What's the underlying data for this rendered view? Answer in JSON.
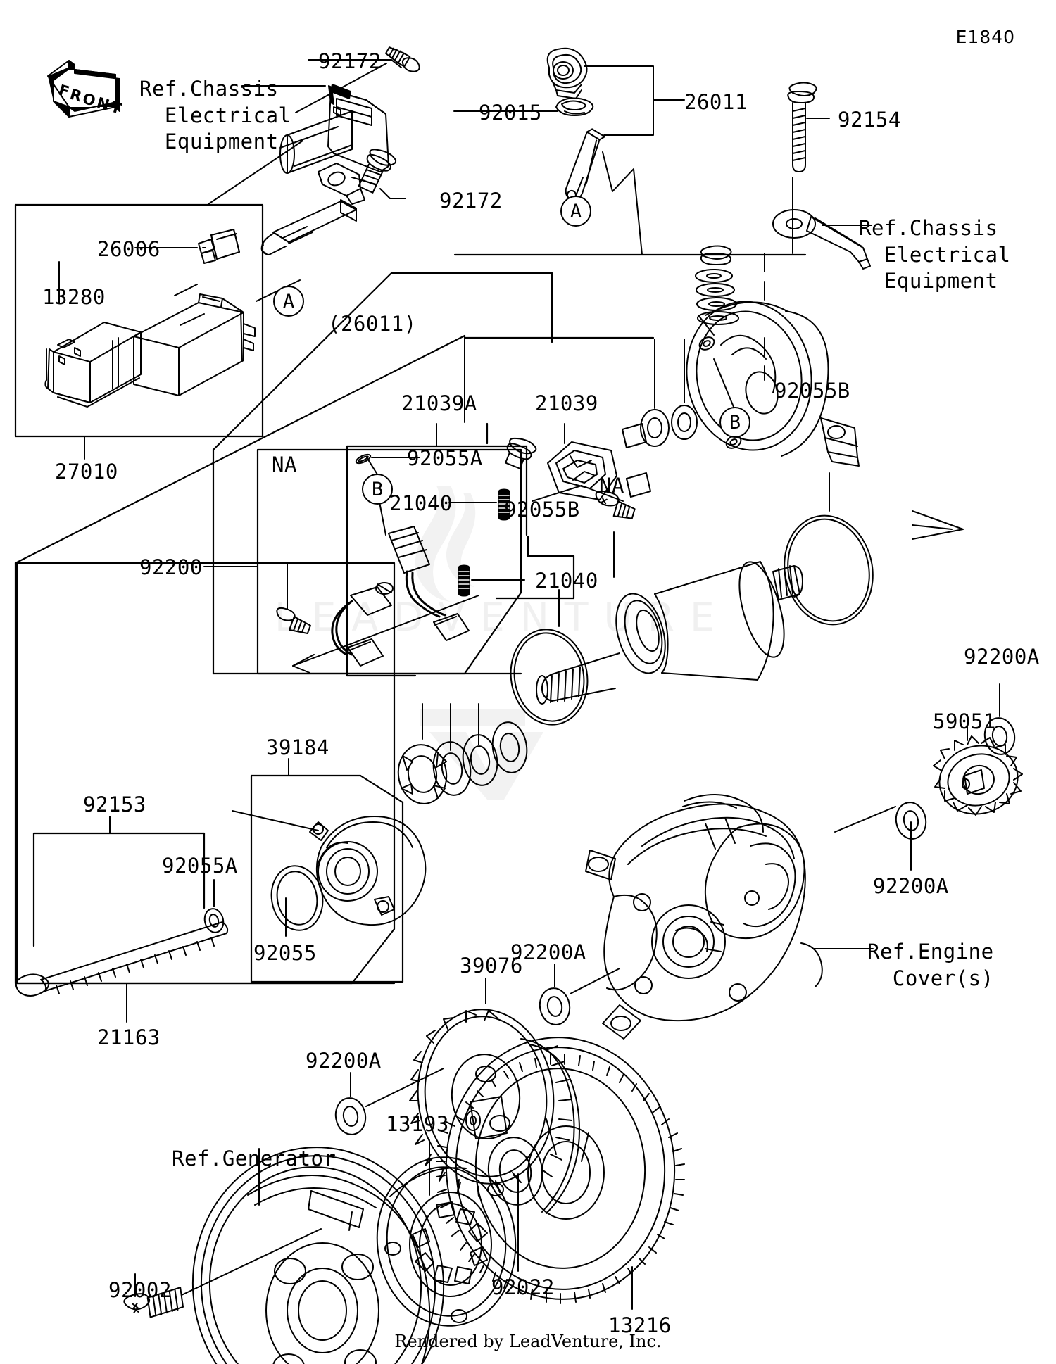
{
  "sheet": {
    "code": "E1840",
    "footer": "Rendered by LeadVenture, Inc.",
    "front_arrow_text": "FRONT",
    "watermark": "LEADVENTURE"
  },
  "refs": {
    "chassis_top": "Ref.Chassis\nElectrical\nEquipment",
    "chassis_right": "Ref.Chassis\nElectrical\nEquipment",
    "engine_cover": "Ref.Engine\nCover(s)",
    "generator": "Ref.Generator"
  },
  "callouts": {
    "c92172_top": "92172",
    "c92172_mid": "92172",
    "c92015": "92015",
    "c26011": "26011",
    "c26011_paren": "(26011)",
    "c92154": "92154",
    "c26006": "26006",
    "c13280": "13280",
    "c27010": "27010",
    "c21039a": "21039A",
    "c21039": "21039",
    "c92055a_top": "92055A",
    "c21040_top": "21040",
    "c21040_bot": "21040",
    "c92200": "92200",
    "c92055b_right": "92055B",
    "c92055b_mid": "92055B",
    "na_left": "NA",
    "na_right": "NA",
    "c39184": "39184",
    "c92153": "92153",
    "c92055a_low": "92055A",
    "c92055": "92055",
    "c21163": "21163",
    "c59051": "59051",
    "c92200a_tr": "92200A",
    "c92200a_mr": "92200A",
    "c92200a_ml": "92200A",
    "c92200a_bl": "92200A",
    "c39076": "39076",
    "c13193": "13193",
    "c92022": "92022",
    "c13216": "13216",
    "c92002": "92002"
  },
  "keys": {
    "a_top": "A",
    "a_left": "A",
    "b_left": "B",
    "b_right": "B"
  },
  "colors": {
    "line": "#000000",
    "fill": "#ffffff",
    "watermark": "#f0f0f0"
  }
}
